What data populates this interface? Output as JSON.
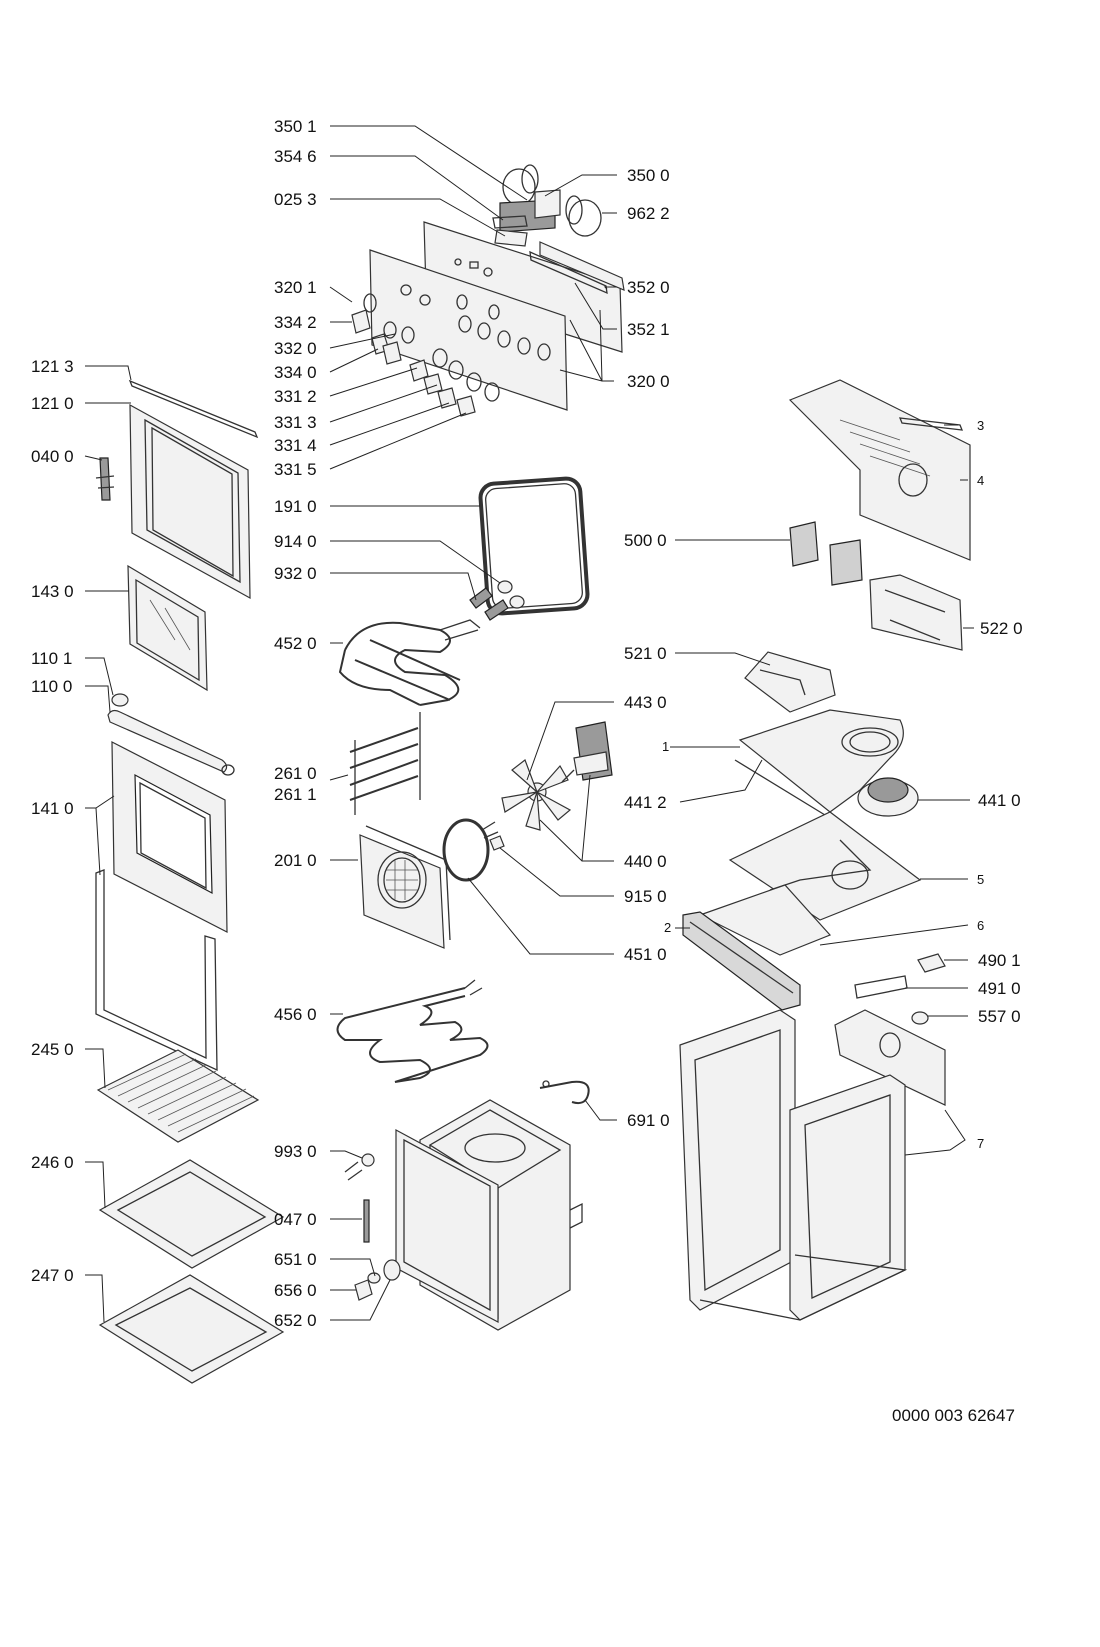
{
  "drawing_number": "0000 003 62647",
  "labels": {
    "p3501": "350 1",
    "p3546": "354 6",
    "p0253": "025 3",
    "p3201": "320 1",
    "p3342": "334 2",
    "p3320": "332 0",
    "p3340": "334 0",
    "p3312": "331 2",
    "p3313": "331 3",
    "p3314": "331 4",
    "p3315": "331 5",
    "p3500": "350 0",
    "p9622": "962 2",
    "p3520": "352 0",
    "p3521": "352 1",
    "p3200": "320 0",
    "p1213": "121 3",
    "p1210": "121 0",
    "p0400": "040 0",
    "p1430": "143 0",
    "p1101": "110 1",
    "p1100": "110 0",
    "p1410": "141 0",
    "p2450": "245 0",
    "p2460": "246 0",
    "p2470": "247 0",
    "p1910": "191 0",
    "p9140": "914 0",
    "p9320": "932 0",
    "p4520": "452 0",
    "p2610": "261 0",
    "p2611": "261 1",
    "p2010": "201 0",
    "p4560": "456 0",
    "p9930": "993 0",
    "p0470": "047 0",
    "p6510": "651 0",
    "p6560": "656 0",
    "p6520": "652 0",
    "p5000": "500 0",
    "p5220": "522 0",
    "p5210": "521 0",
    "p4430": "443 0",
    "p4412": "441 2",
    "p4410": "441 0",
    "p4400": "440 0",
    "p9150": "915 0",
    "p4510": "451 0",
    "p4901": "490 1",
    "p4910": "491 0",
    "p5570": "557 0",
    "p6910": "691 0",
    "n1": "1",
    "n2": "2",
    "n3": "3",
    "n4": "4",
    "n5": "5",
    "n6": "6",
    "n7": "7"
  }
}
